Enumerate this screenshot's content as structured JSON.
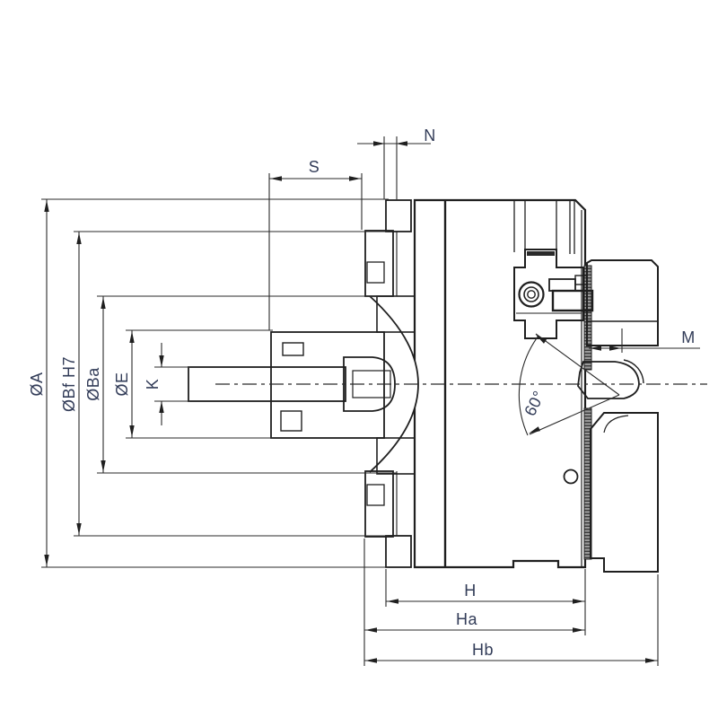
{
  "drawing": {
    "type": "technical-cross-section",
    "subject": "power-chuck-sectional-view",
    "labels": {
      "dia_a": "ØA",
      "dia_bf": "ØBf H7",
      "dia_ba": "ØBa",
      "dia_e": "ØE",
      "k": "K",
      "s": "S",
      "n": "N",
      "m": "M",
      "h": "H",
      "ha": "Ha",
      "hb": "Hb",
      "angle": "60°"
    },
    "colors": {
      "line": "#1f1f1f",
      "body_fill": "#e8e8e8",
      "label_text": "#323c58",
      "background": "#ffffff"
    }
  }
}
